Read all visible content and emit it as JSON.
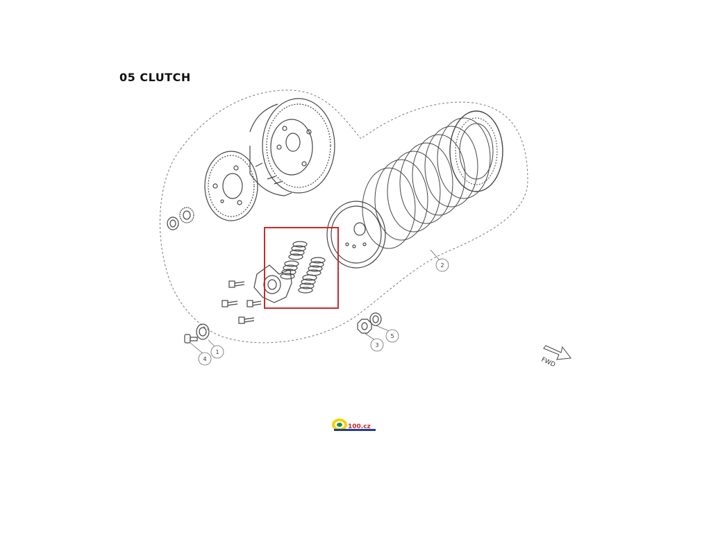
{
  "title": "05 CLUTCH",
  "callouts": [
    {
      "label": "1"
    },
    {
      "label": "2"
    },
    {
      "label": "3"
    },
    {
      "label": "4"
    },
    {
      "label": "5"
    }
  ],
  "fwd_label": "FWD",
  "highlight_color": "#cc2a2a",
  "line_color": "#555555",
  "logo": {
    "text": "100.cz",
    "colors": [
      "#f5d100",
      "#1c8f3a",
      "#1b3e9b",
      "#d2232a"
    ]
  }
}
